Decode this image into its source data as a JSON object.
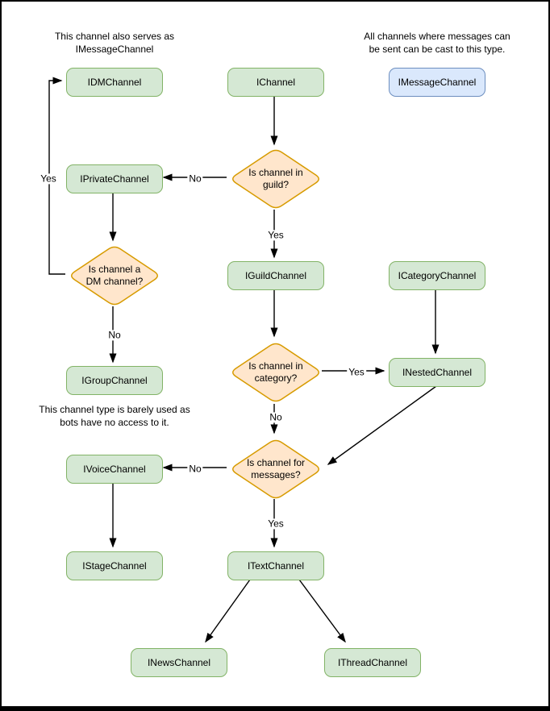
{
  "diagram": {
    "kind": "flowchart",
    "notes": {
      "dm_note": "This channel also serves as\nIMessageChannel",
      "message_note": "All channels where messages can\nbe sent can be cast to this type.",
      "voice_note": "This channel type is barely used as\nbots have no access to it."
    },
    "nodes": {
      "idm": {
        "label": "IDMChannel",
        "style": "green"
      },
      "ichannel": {
        "label": "IChannel",
        "style": "green"
      },
      "imessage": {
        "label": "IMessageChannel",
        "style": "blue"
      },
      "iprivate": {
        "label": "IPrivateChannel",
        "style": "green"
      },
      "iguild": {
        "label": "IGuildChannel",
        "style": "green"
      },
      "icategory": {
        "label": "ICategoryChannel",
        "style": "green"
      },
      "igroup": {
        "label": "IGroupChannel",
        "style": "green"
      },
      "inested": {
        "label": "INestedChannel",
        "style": "green"
      },
      "ivoice": {
        "label": "IVoiceChannel",
        "style": "green"
      },
      "istage": {
        "label": "IStageChannel",
        "style": "green"
      },
      "itext": {
        "label": "ITextChannel",
        "style": "green"
      },
      "inews": {
        "label": "INewsChannel",
        "style": "green"
      },
      "ithread": {
        "label": "IThreadChannel",
        "style": "green"
      }
    },
    "decisions": {
      "in_guild": {
        "label": "Is channel in\nguild?"
      },
      "is_dm": {
        "label": "Is channel a\nDM channel?"
      },
      "in_category": {
        "label": "Is channel in\ncategory?"
      },
      "for_messages": {
        "label": "Is channel for\nmessages?"
      }
    },
    "edge_labels": {
      "guild_no": "No",
      "guild_yes": "Yes",
      "dm_yes": "Yes",
      "dm_no": "No",
      "category_yes": "Yes",
      "category_no": "No",
      "messages_no": "No",
      "messages_yes": "Yes"
    },
    "colors": {
      "green-fill": "#d5e8d4",
      "green-stroke": "#82b366",
      "blue-fill": "#dae8fc",
      "blue-stroke": "#6c8ebf",
      "orange-fill": "#ffe6cc",
      "orange-stroke": "#d79b00",
      "line": "#000000"
    }
  }
}
